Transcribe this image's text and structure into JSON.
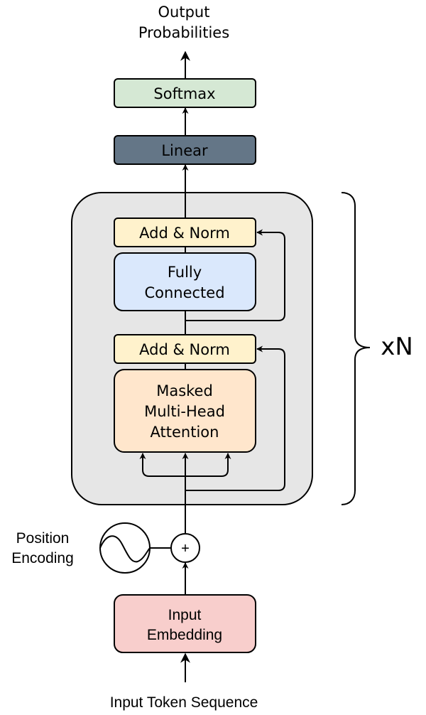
{
  "output": {
    "line1": "Output",
    "line2": "Probabilities"
  },
  "softmax": {
    "label": "Softmax",
    "fill": "#d5e8d4"
  },
  "linear": {
    "label": "Linear",
    "fill": "#647687",
    "text_color": "#ffffff"
  },
  "decoder_block": {
    "fill": "#e6e6e6",
    "repeat_label": "xN",
    "add_norm_top": {
      "label": "Add & Norm",
      "fill": "#fff2cc"
    },
    "fully_connected": {
      "line1": "Fully",
      "line2": "Connected",
      "fill": "#dae8fc"
    },
    "add_norm_bottom": {
      "label": "Add & Norm",
      "fill": "#fff2cc"
    },
    "attention": {
      "line1": "Masked",
      "line2": "Multi-Head",
      "line3": "Attention",
      "fill": "#ffe6cc"
    }
  },
  "position_encoding": {
    "line1": "Position",
    "line2": "Encoding",
    "icon": "sine-wave-icon"
  },
  "adder": {
    "symbol": "+"
  },
  "input_embedding": {
    "line1": "Input",
    "line2": "Embedding",
    "fill": "#f8cecc"
  },
  "input": {
    "label": "Input Token Sequence"
  }
}
